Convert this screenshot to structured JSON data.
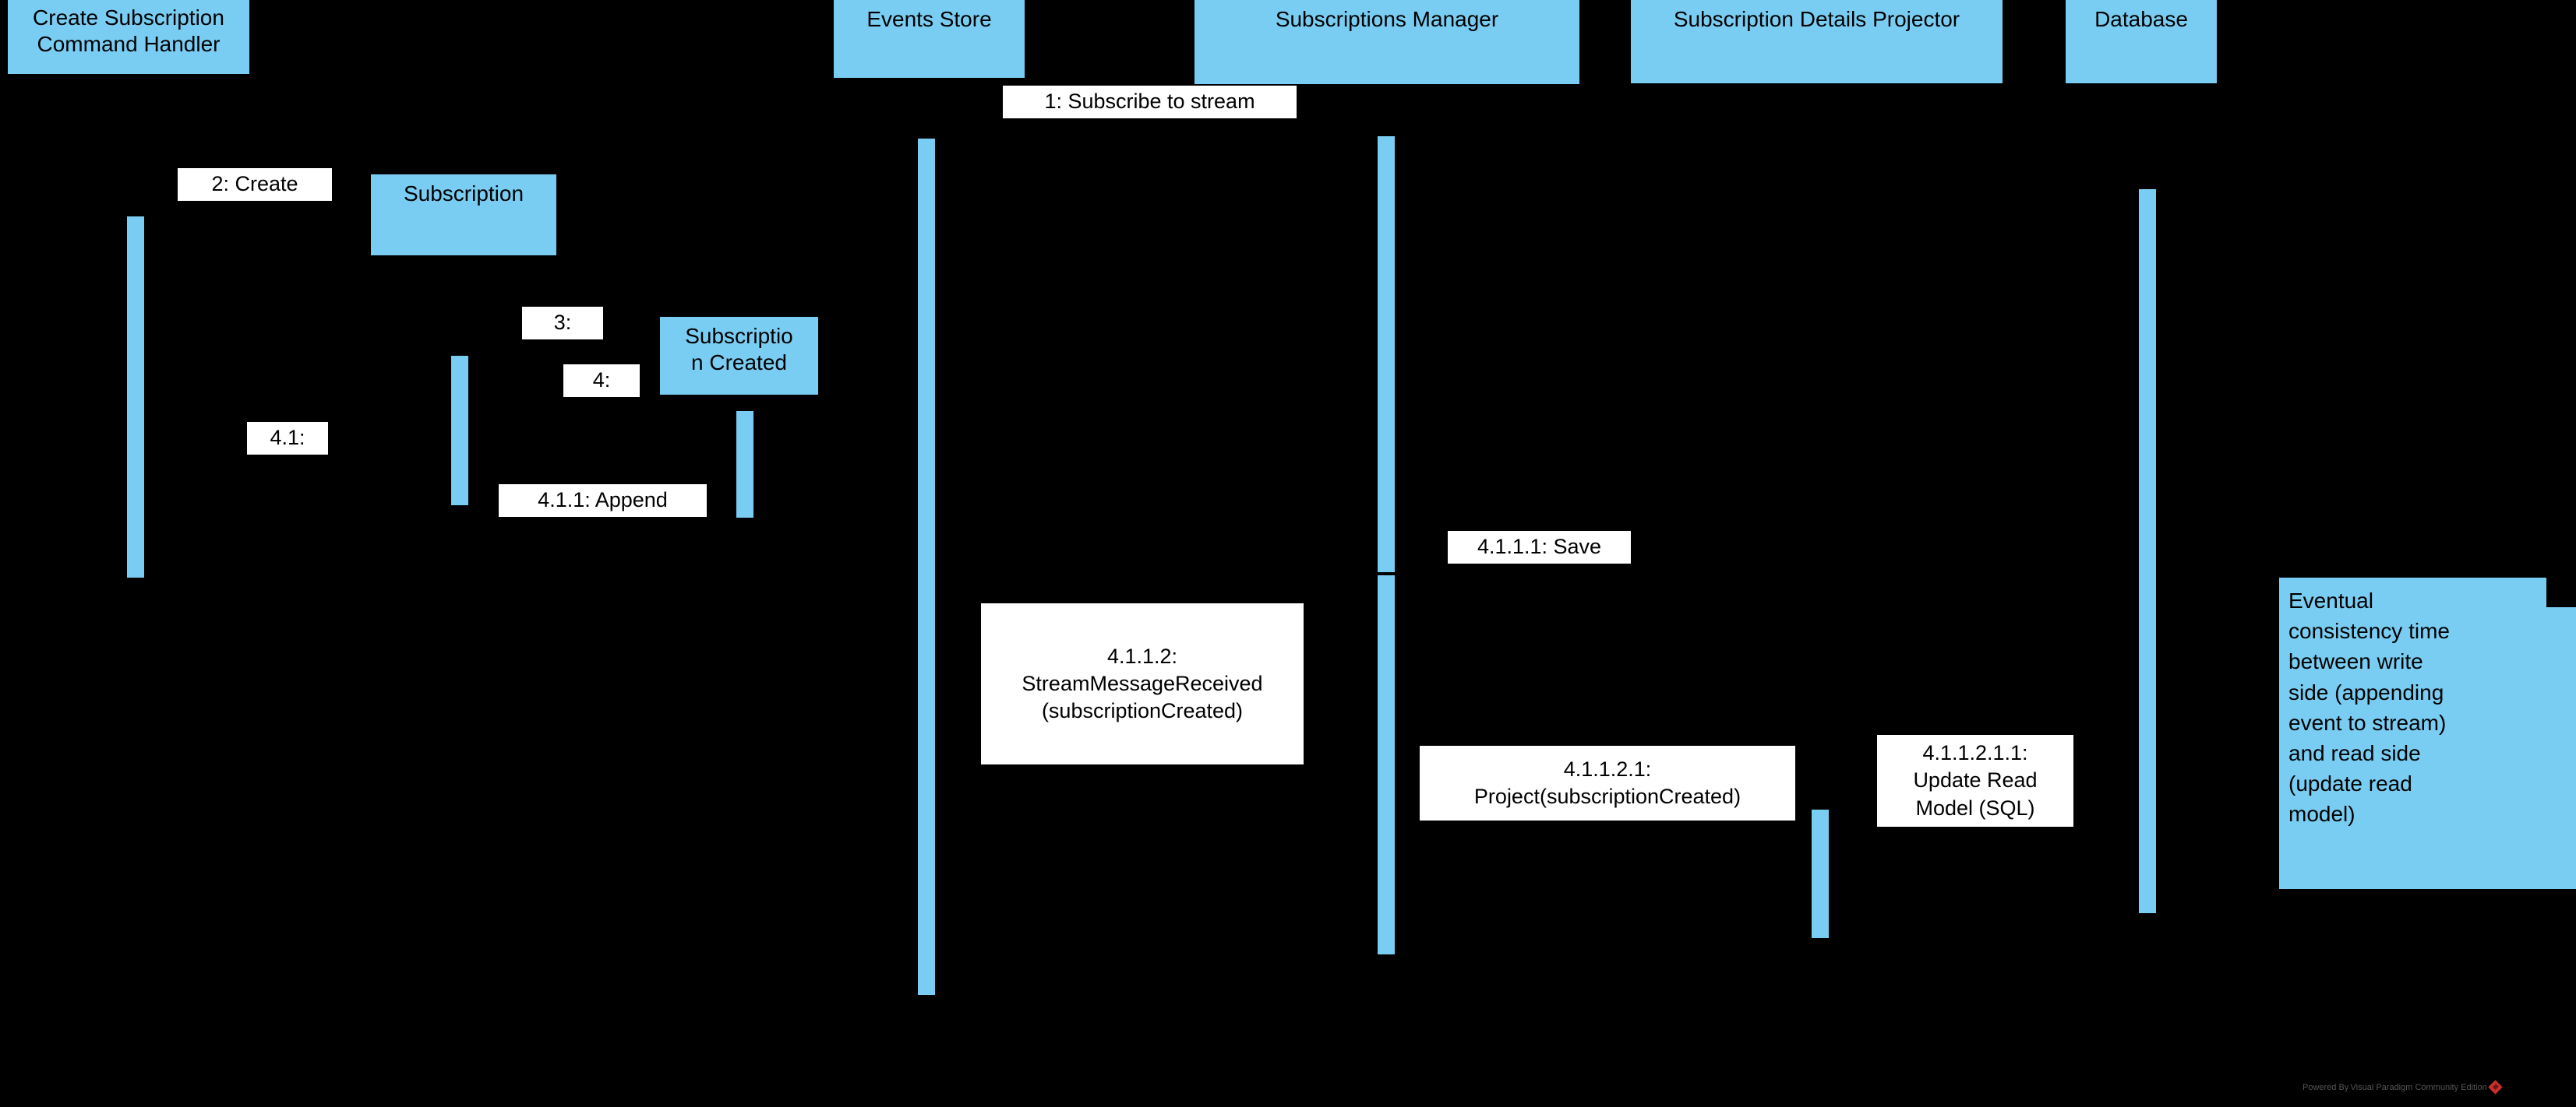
{
  "diagram": {
    "type": "uml-sequence-diagram",
    "background_color": "#000000",
    "accent_color": "#79cdf2",
    "label_bg_color": "#ffffff",
    "text_color": "#000000"
  },
  "participants": [
    {
      "id": "create-subscription-command-handler",
      "label": "Create Subscription\nCommand Handler"
    },
    {
      "id": "events-store",
      "label": "Events Store"
    },
    {
      "id": "subscriptions-manager",
      "label": "Subscriptions Manager"
    },
    {
      "id": "subscription-details-projector",
      "label": "Subscription Details Projector"
    },
    {
      "id": "database",
      "label": "Database"
    }
  ],
  "objects": [
    {
      "id": "subscription",
      "label": "Subscription"
    },
    {
      "id": "subscription-created",
      "label": "Subscriptio\nn Created"
    }
  ],
  "messages": [
    {
      "id": "m1",
      "seq": "1",
      "label": "1: Subscribe to stream"
    },
    {
      "id": "m2",
      "seq": "2",
      "label": "2: Create"
    },
    {
      "id": "m3",
      "seq": "3",
      "label": "3:"
    },
    {
      "id": "m4",
      "seq": "4",
      "label": "4:"
    },
    {
      "id": "m41",
      "seq": "4.1",
      "label": "4.1:"
    },
    {
      "id": "m411",
      "seq": "4.1.1",
      "label": "4.1.1: Append"
    },
    {
      "id": "m4111",
      "seq": "4.1.1.1",
      "label": "4.1.1.1: Save"
    },
    {
      "id": "m4112",
      "seq": "4.1.1.2",
      "label": "4.1.1.2:\nStreamMessageReceived\n(subscriptionCreated)"
    },
    {
      "id": "m41121",
      "seq": "4.1.1.2.1",
      "label": "4.1.1.2.1:\nProject(subscriptionCreated)"
    },
    {
      "id": "m411211",
      "seq": "4.1.1.2.1.1",
      "label": "4.1.1.2.1.1:\nUpdate Read\nModel (SQL)"
    }
  ],
  "note": {
    "id": "eventual-consistency-note",
    "text": "Eventual\nconsistency time\nbetween write\nside (appending\nevent to stream)\nand read side\n(update read\nmodel)"
  },
  "watermark": {
    "text": "Powered By Visual Paradigm Community Edition",
    "logo_color": "#c8302b"
  }
}
